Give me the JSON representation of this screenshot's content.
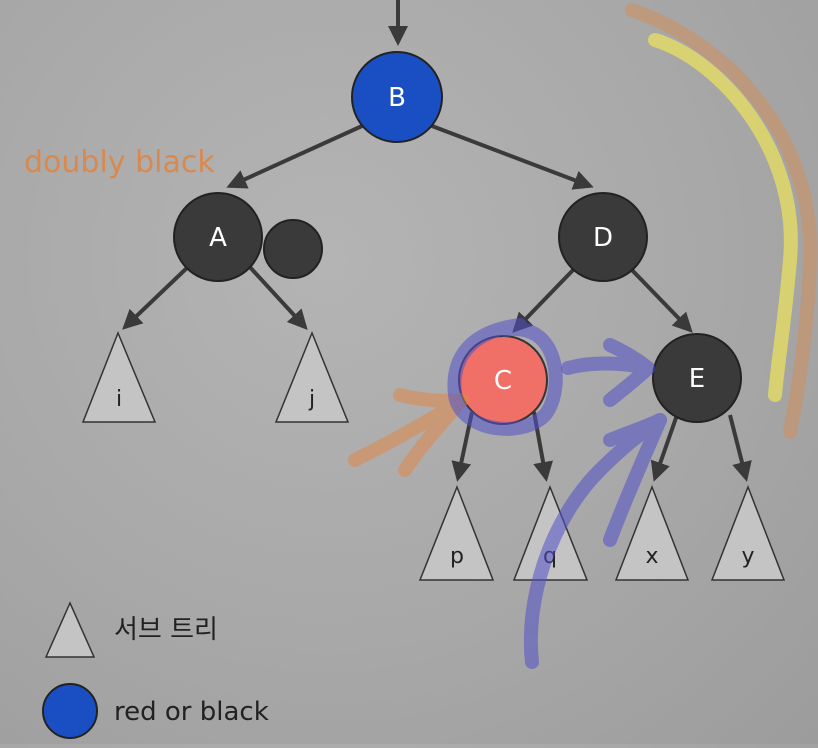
{
  "annotation": {
    "doubly_black": "doubly black"
  },
  "nodes": {
    "B": {
      "label": "B",
      "color": "#1a4fc4"
    },
    "A": {
      "label": "A",
      "color": "#3a3a3a"
    },
    "D": {
      "label": "D",
      "color": "#3a3a3a"
    },
    "C": {
      "label": "C",
      "color": "#f07068"
    },
    "E": {
      "label": "E",
      "color": "#3a3a3a"
    }
  },
  "subtrees": {
    "i": "i",
    "j": "j",
    "p": "p",
    "q": "q",
    "x": "x",
    "y": "y"
  },
  "legend": {
    "subtree_label": "서브 트리",
    "red_or_black_label": "red or black",
    "red_or_black_color": "#1a4fc4"
  },
  "colors": {
    "black_node": "#3a3a3a",
    "edge": "#3a3a3a",
    "annotation_orange": "#d9894e",
    "highlight_blue": "#5050c8",
    "highlight_yellow": "#e8e060"
  }
}
